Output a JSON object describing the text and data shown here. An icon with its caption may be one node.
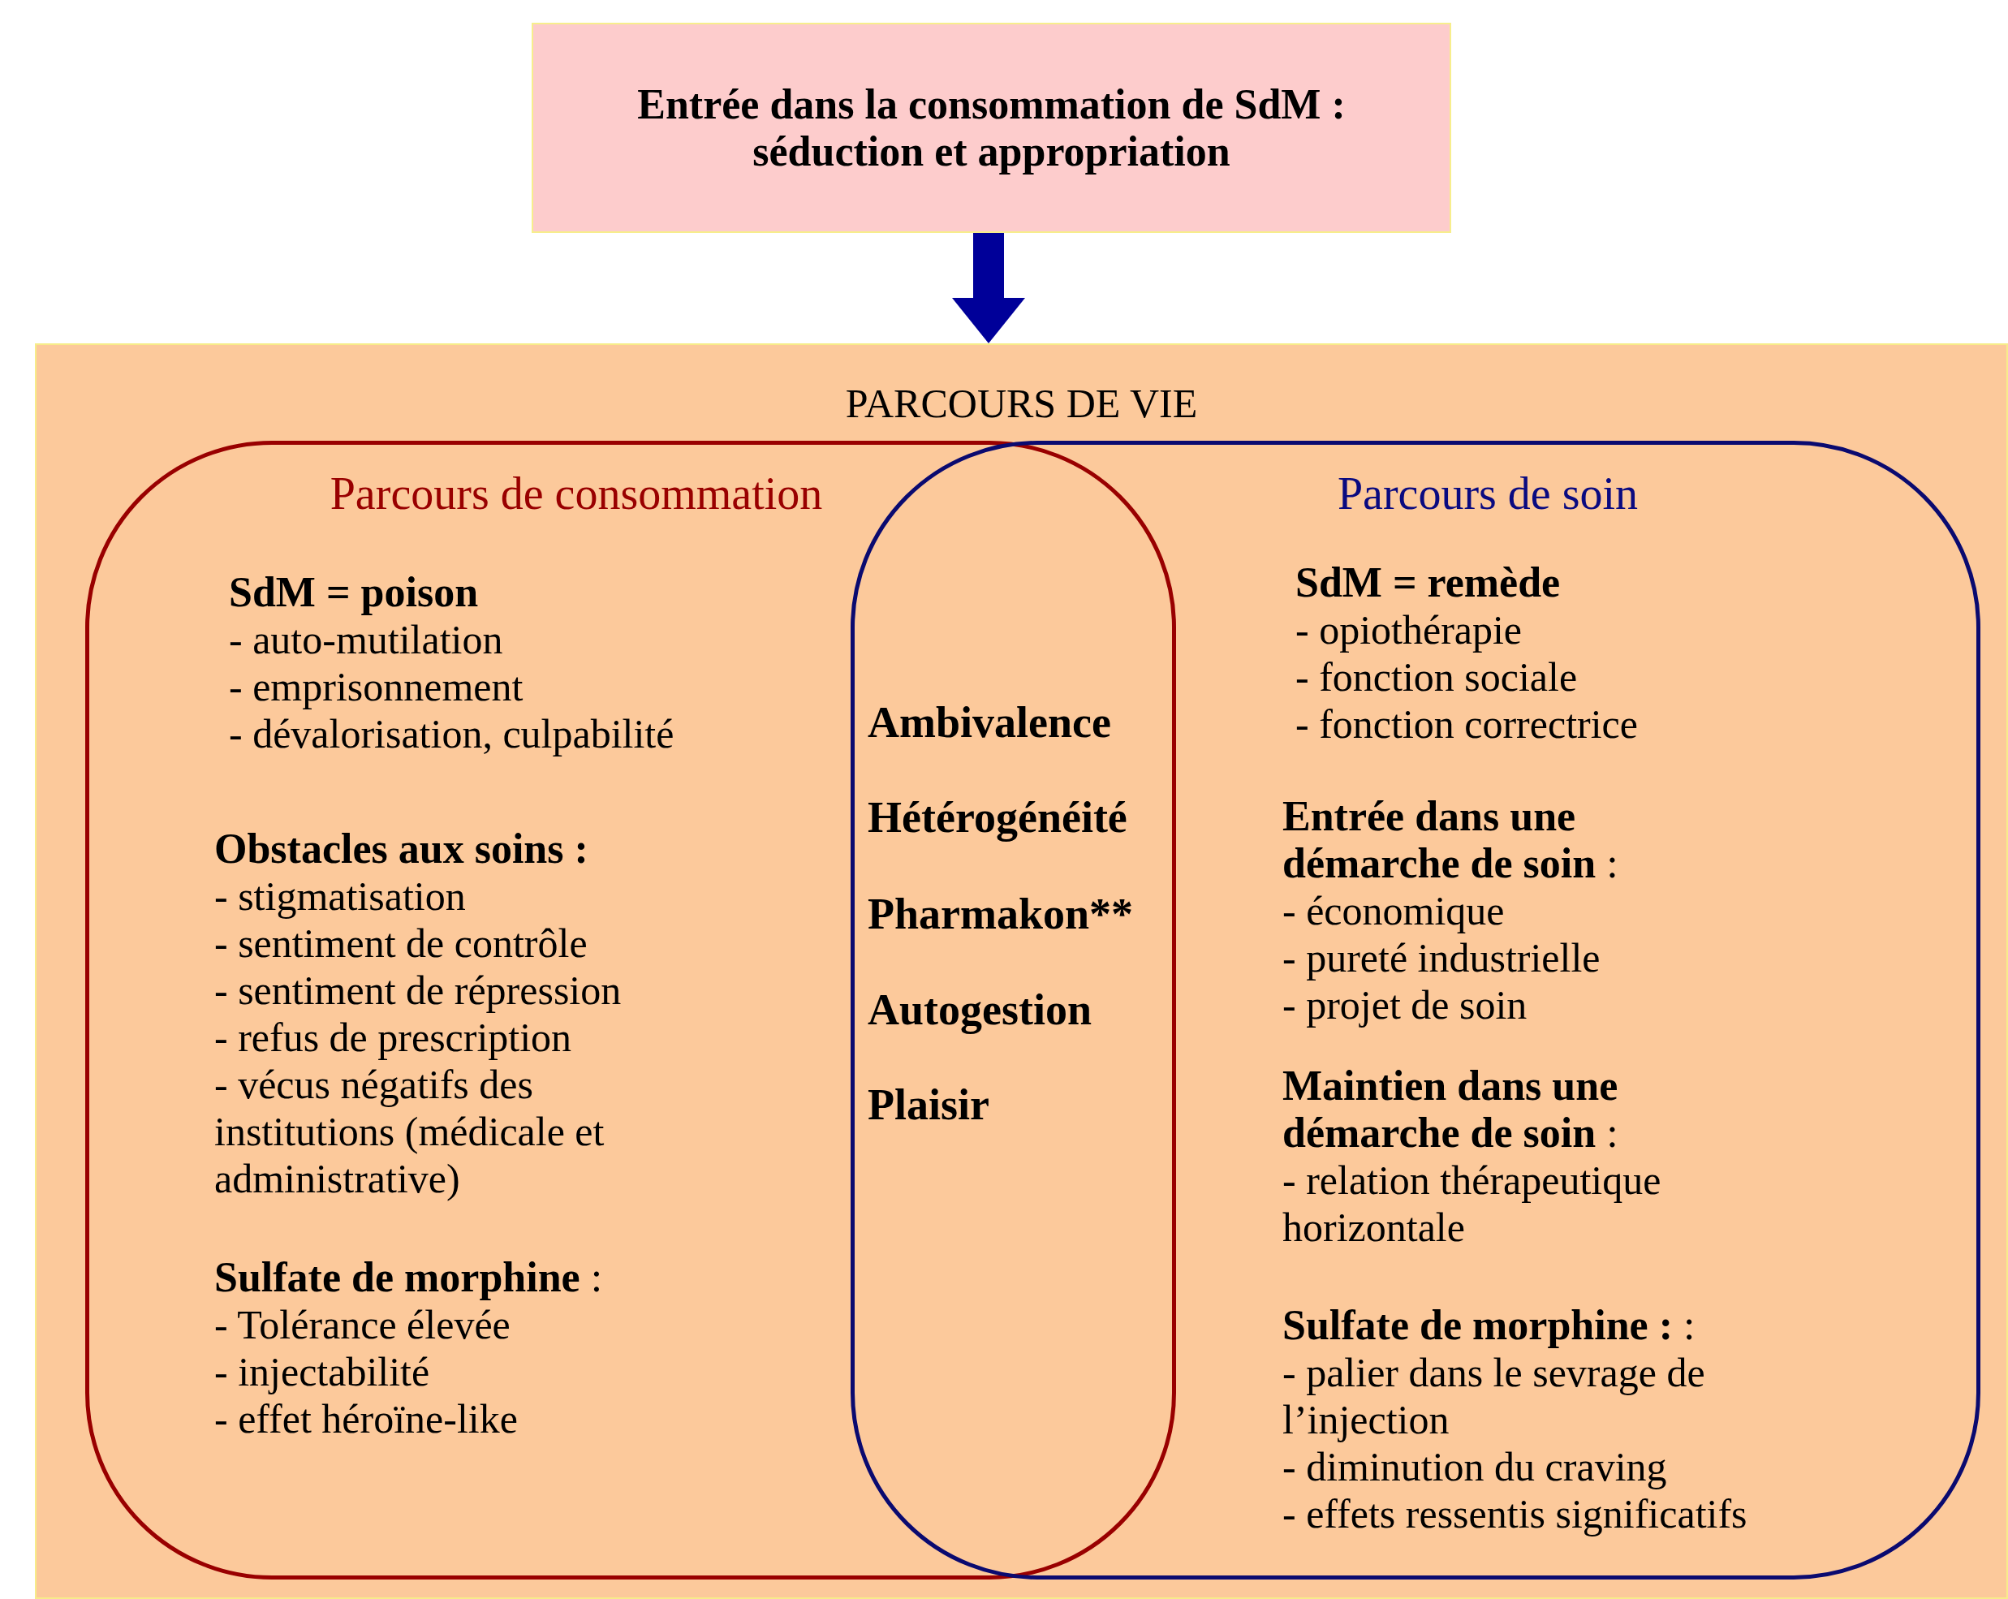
{
  "diagram": {
    "nodes": [
      {
        "text": [
          "Entrée dans la consommation de SdM : séduction et appropriation"
        ]
      },
      {
        "text": [
          "PARCOURS DE VIE"
        ]
      },
      {
        "text": [
          "Parcours de consommation",
          "**SdM = poison**",
          "- auto-mutilation",
          "- emprisonnement",
          "- dévalorisation, culpabilité",
          "**Obstacles aux soins :**",
          "- stigmatisation",
          "- sentiment de contrôle",
          "- sentiment de répression",
          "- refus de prescription",
          "- vécus négatifs des institutions (médicale et administrative)",
          "**Sulfate de morphine** :",
          "- Tolérance élevée",
          "- injectabilité",
          "- effet héroïne-like"
        ],
        "in": 1
      },
      {
        "text": [
          "Parcours de soin",
          "**SdM = remède**",
          "- opiothérapie",
          "- fonction sociale",
          "- fonction correctrice",
          "**Entrée dans une démarche de soin** :",
          "- économique",
          "- pureté industrielle",
          "- projet de soin",
          "**Maintien dans une démarche de soin** :",
          "- relation thérapeutique horizontale",
          "**Sulfate de morphine :** :",
          "- palier dans le sevrage de l’injection",
          "- diminution du craving",
          "- effets ressentis significatifs"
        ],
        "in": 1
      }
    ],
    "edges": [
      {
        "from": 0,
        "to": 1,
        "arrow": "to",
        "color": "#000099"
      }
    ],
    "labels": [
      "Ambivalence",
      "Hétérogénéité",
      "Pharmakon**",
      "Autogestion",
      "Plaisir"
    ]
  }
}
